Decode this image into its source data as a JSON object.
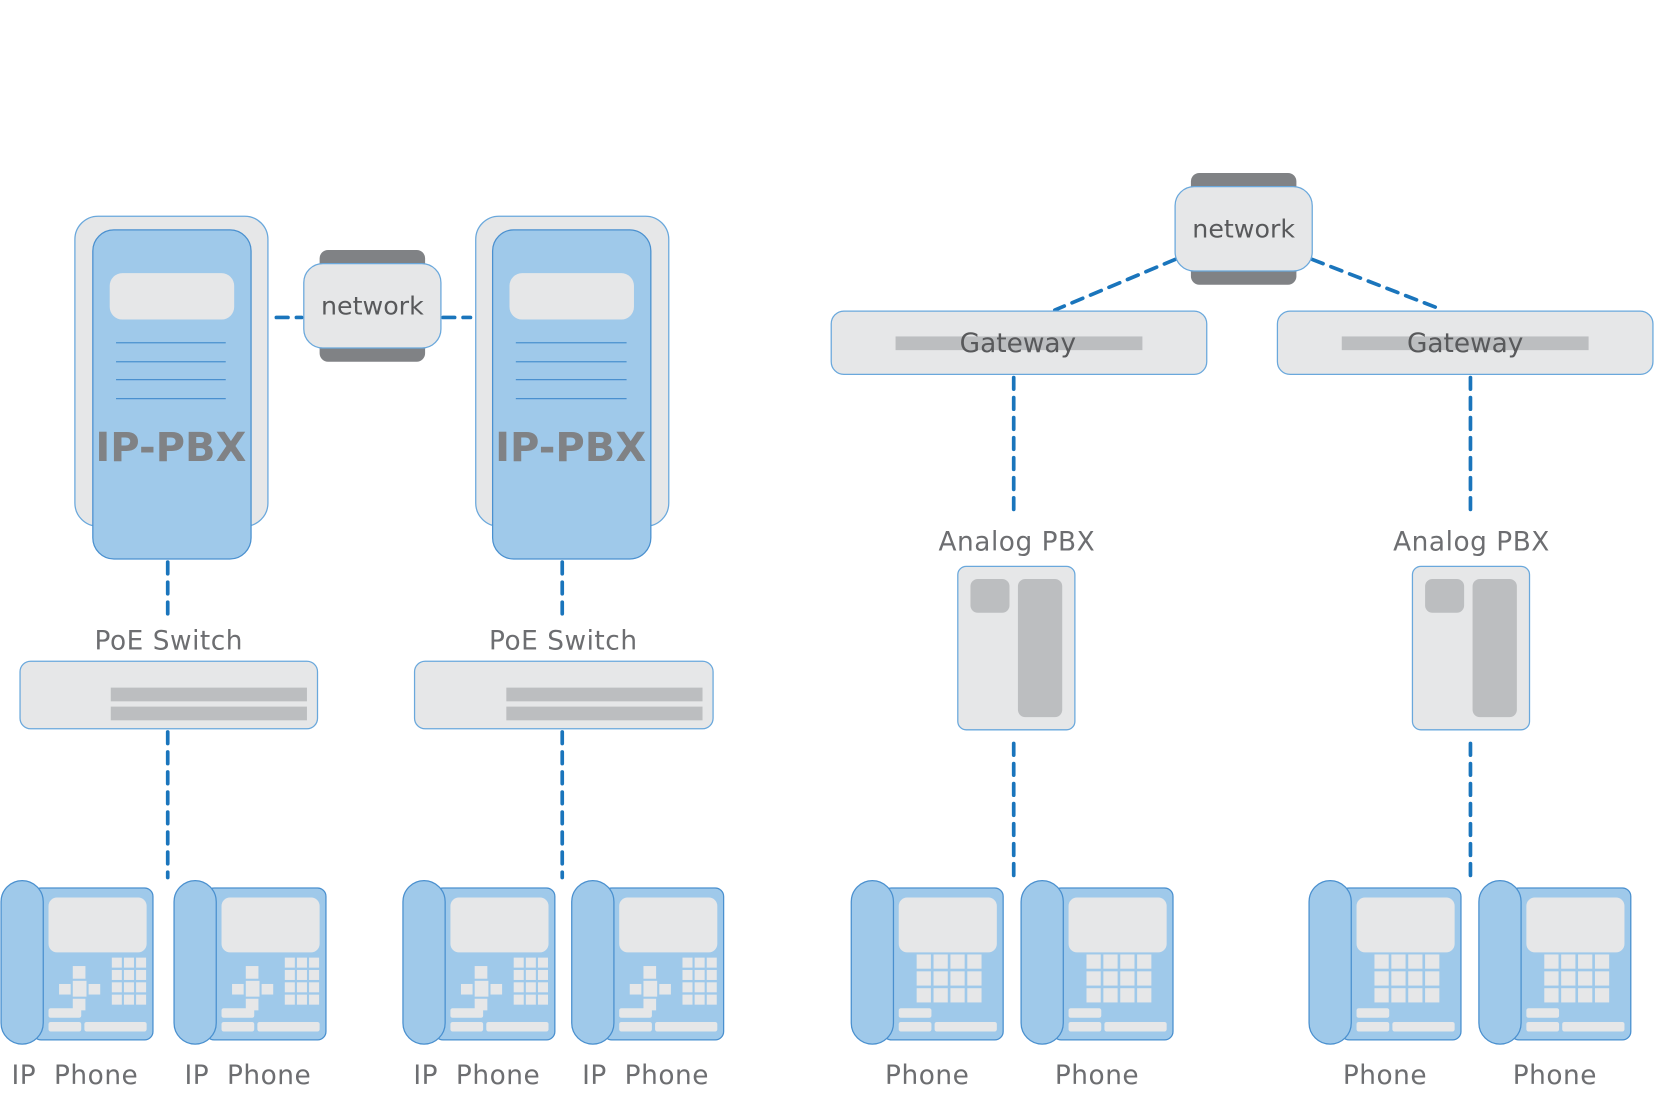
{
  "colors": {
    "link": "#1a75bc",
    "device_blue": "#9fc9ea",
    "device_blue_stroke": "#4a90cf",
    "panel_grey": "#e6e7e8",
    "bar_grey": "#bcbec0",
    "cap_grey": "#808285",
    "text_grey": "#6d6e71"
  },
  "ip_side": {
    "network_label": "network",
    "systems": [
      {
        "pbx_label": "IP-PBX",
        "switch_label": "PoE Switch",
        "phones": [
          {
            "label": "IP  Phone"
          },
          {
            "label": "IP  Phone"
          }
        ]
      },
      {
        "pbx_label": "IP-PBX",
        "switch_label": "PoE Switch",
        "phones": [
          {
            "label": "IP  Phone"
          },
          {
            "label": "IP  Phone"
          }
        ]
      }
    ]
  },
  "analog_side": {
    "network_label": "network",
    "systems": [
      {
        "gateway_label": "Gateway",
        "pbx_label": "Analog  PBX",
        "phones": [
          {
            "label": "Phone"
          },
          {
            "label": "Phone"
          }
        ]
      },
      {
        "gateway_label": "Gateway",
        "pbx_label": "Analog  PBX",
        "phones": [
          {
            "label": "Phone"
          },
          {
            "label": "Phone"
          }
        ]
      }
    ]
  }
}
